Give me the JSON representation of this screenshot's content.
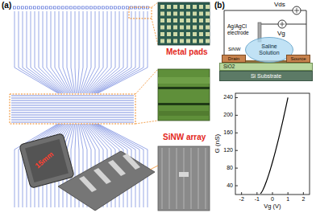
{
  "diagram": {
    "nodes": [
      {
        "text": [
          "Saline Solution"
        ]
      },
      {
        "text": [
          "Drain"
        ]
      },
      {
        "text": [
          "Source"
        ]
      },
      {
        "text": [
          "SiO2"
        ]
      },
      {
        "text": [
          "Si Substrate"
        ]
      }
    ],
    "labels": [
      "(a)",
      "Metal pads",
      "SiNW array",
      "15mm",
      "(b)",
      "Vds",
      "Vg",
      "Ag/AgCl electrode",
      "SiNW",
      "G (nS)",
      "240",
      "200",
      "160",
      "120",
      "80",
      "40",
      "-2",
      "-1",
      "0",
      "1",
      "2",
      "Vg (V)"
    ]
  }
}
